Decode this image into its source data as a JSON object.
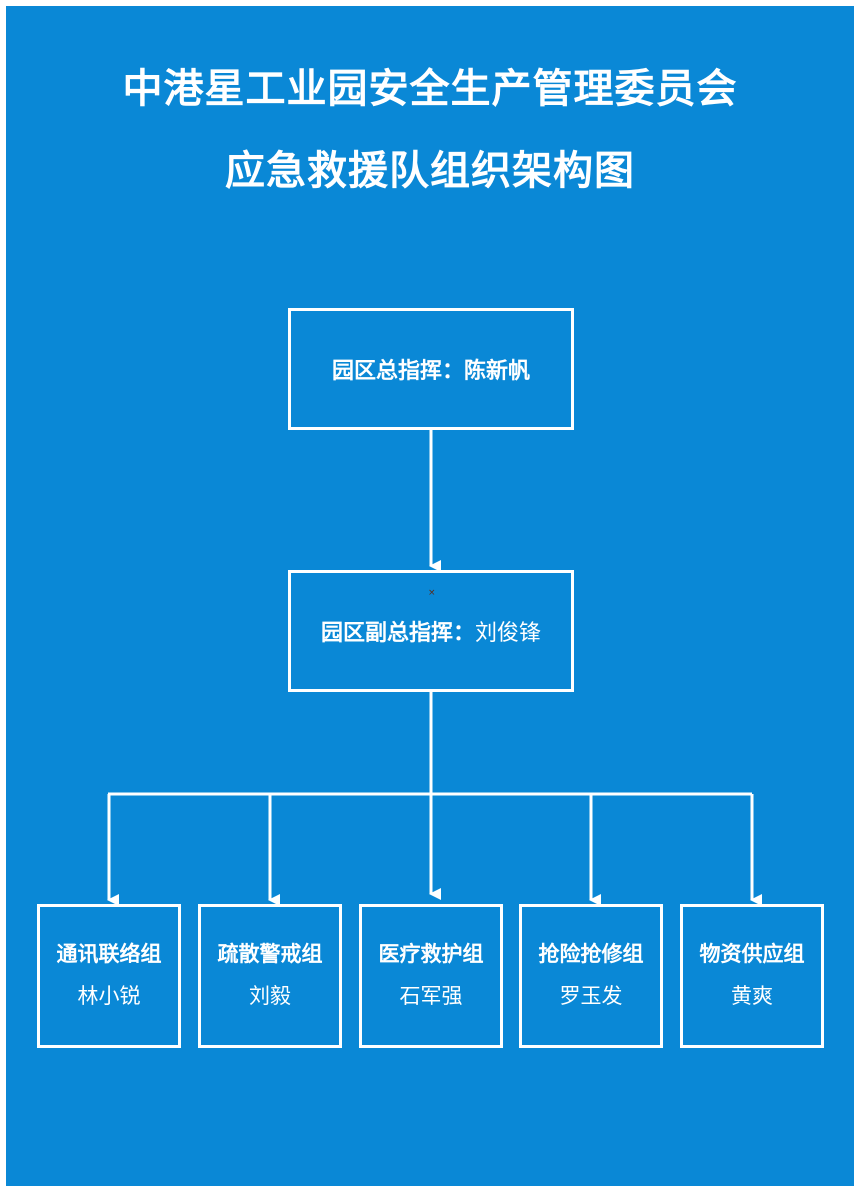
{
  "header": {
    "title_line1": "中港星工业园安全生产管理委员会",
    "title_line2": "应急救援队组织架构图"
  },
  "commander": {
    "label": "园区总指挥：",
    "name": "陈新帆"
  },
  "deputy": {
    "label": "园区副总指挥：",
    "name": "刘俊锋"
  },
  "groups": [
    {
      "name": "通讯联络组",
      "leader": "林小锐"
    },
    {
      "name": "疏散警戒组",
      "leader": "刘毅"
    },
    {
      "name": "医疗救护组",
      "leader": "石军强"
    },
    {
      "name": "抢险抢修组",
      "leader": "罗玉发"
    },
    {
      "name": "物资供应组",
      "leader": "黄爽"
    }
  ],
  "colors": {
    "background": "#0a88d6",
    "line": "#ffffff"
  }
}
